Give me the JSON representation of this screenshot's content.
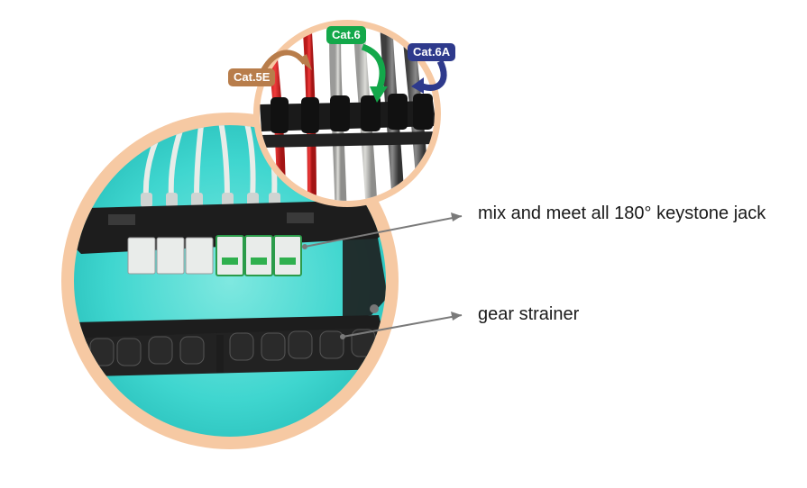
{
  "labels": {
    "cat5e": "Cat.5E",
    "cat6": "Cat.6",
    "cat6a": "Cat.6A"
  },
  "callouts": {
    "keystone": "mix and meet all 180° keystone jack",
    "strainer": "gear strainer"
  },
  "colors": {
    "cat5e": "#b87d4b",
    "cat6": "#13a84a",
    "cat6a": "#2e3a8c",
    "ring": "#f6c9a3",
    "teal": "#3fd6cf",
    "panel": "#1d1d1d"
  }
}
